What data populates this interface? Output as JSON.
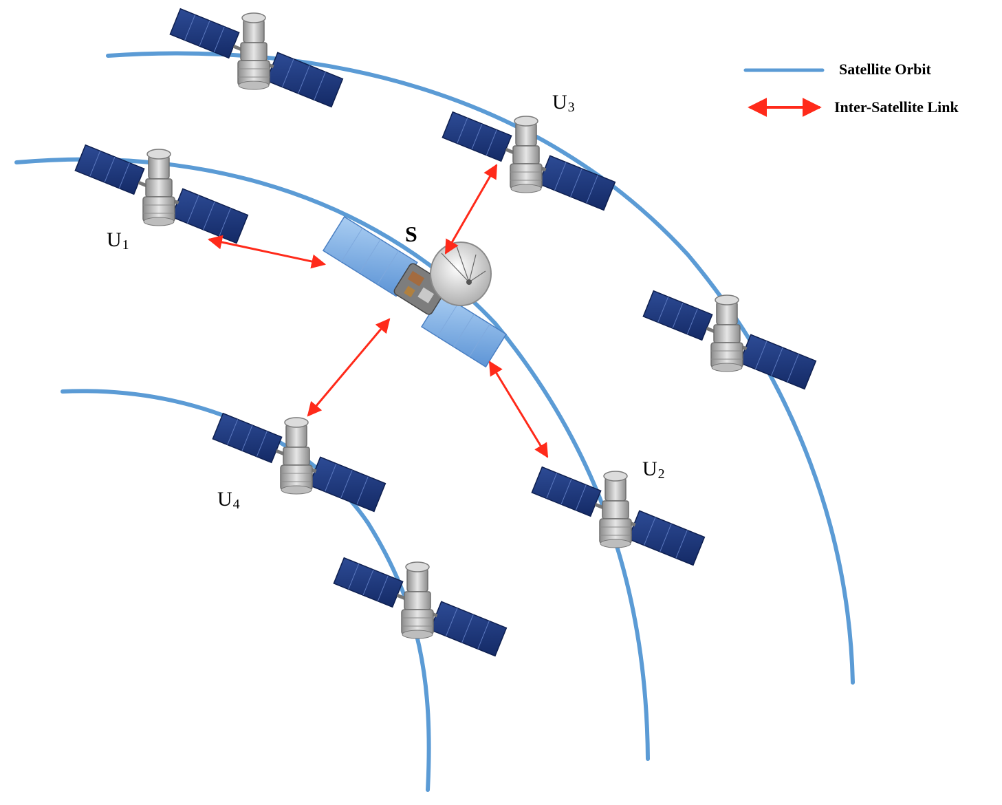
{
  "legend": {
    "orbit_label": "Satellite Orbit",
    "link_label": "Inter-Satellite Link",
    "orbit_color": "#5b9bd5",
    "link_color": "#ff2a1a"
  },
  "labels": {
    "s": "S",
    "u1": {
      "main": "U",
      "sub": "1"
    },
    "u2": {
      "main": "U",
      "sub": "2"
    },
    "u3": {
      "main": "U",
      "sub": "3"
    },
    "u4": {
      "main": "U",
      "sub": "4"
    }
  },
  "colors": {
    "panel_dark": "#1f3a7a",
    "panel_light": "#8fbbea",
    "body_gray": "#b8b8b8"
  }
}
